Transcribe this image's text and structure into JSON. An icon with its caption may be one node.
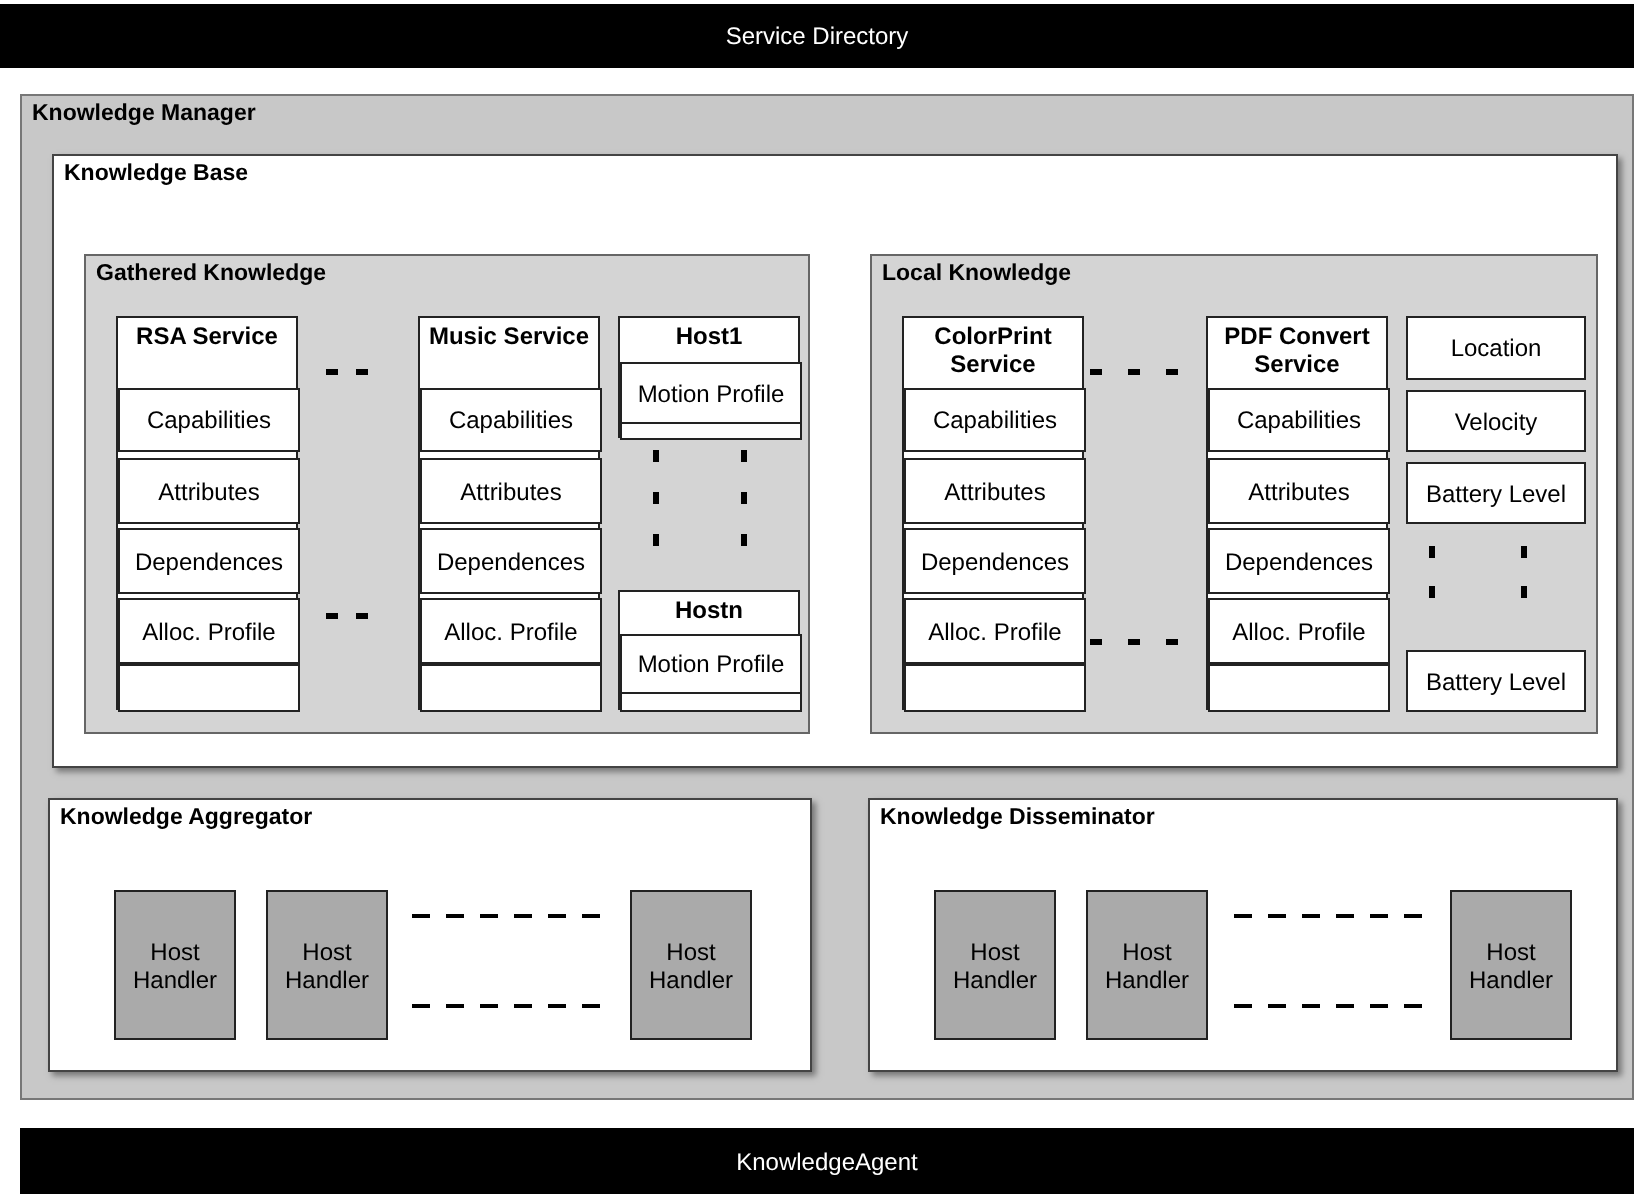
{
  "diagram": {
    "nodes": [
      {
        "text": [
          "Service Directory"
        ]
      },
      {
        "text": [
          "Knowledge Manager"
        ]
      },
      {
        "text": [
          "Knowledge Base"
        ],
        "in": 1
      },
      {
        "text": [
          "Gathered Knowledge"
        ],
        "in": 2
      },
      {
        "text": [
          "RSA Service"
        ],
        "in": 3
      },
      {
        "text": [
          "Capabilities"
        ],
        "in": 4
      },
      {
        "text": [
          "Attributes"
        ],
        "in": 4
      },
      {
        "text": [
          "Dependences"
        ],
        "in": 4
      },
      {
        "text": [
          "Alloc. Profile"
        ],
        "in": 4
      },
      {
        "text": [],
        "shape": "box",
        "in": 4
      },
      {
        "text": [
          "Music Service"
        ],
        "in": 3
      },
      {
        "text": [
          "Capabilities"
        ],
        "in": 10
      },
      {
        "text": [
          "Attributes"
        ],
        "in": 10
      },
      {
        "text": [
          "Dependences"
        ],
        "in": 10
      },
      {
        "text": [
          "Alloc. Profile"
        ],
        "in": 10
      },
      {
        "text": [],
        "shape": "box",
        "in": 10
      },
      {
        "text": [
          "Host1"
        ],
        "in": 3
      },
      {
        "text": [
          "Motion Profile"
        ],
        "in": 16
      },
      {
        "text": [],
        "shape": "box",
        "in": 16
      },
      {
        "text": [
          "Hostn"
        ],
        "in": 3
      },
      {
        "text": [
          "Motion Profile"
        ],
        "in": 19
      },
      {
        "text": [],
        "shape": "box",
        "in": 19
      },
      {
        "text": [
          "Local Knowledge"
        ],
        "in": 2
      },
      {
        "text": [
          "ColorPrint Service"
        ],
        "in": 22
      },
      {
        "text": [
          "Capabilities"
        ],
        "in": 23
      },
      {
        "text": [
          "Attributes"
        ],
        "in": 23
      },
      {
        "text": [
          "Dependences"
        ],
        "in": 23
      },
      {
        "text": [
          "Alloc. Profile"
        ],
        "in": 23
      },
      {
        "text": [],
        "shape": "box",
        "in": 23
      },
      {
        "text": [
          "PDF Convert Service"
        ],
        "in": 22
      },
      {
        "text": [
          "Capabilities"
        ],
        "in": 29
      },
      {
        "text": [
          "Attributes"
        ],
        "in": 29
      },
      {
        "text": [
          "Dependences"
        ],
        "in": 29
      },
      {
        "text": [
          "Alloc. Profile"
        ],
        "in": 29
      },
      {
        "text": [],
        "shape": "box",
        "in": 29
      },
      {
        "text": [
          "Location"
        ],
        "in": 22
      },
      {
        "text": [
          "Velocity"
        ],
        "in": 22
      },
      {
        "text": [
          "Battery Level"
        ],
        "in": 22
      },
      {
        "text": [
          "Battery Level"
        ],
        "in": 22
      },
      {
        "text": [
          "Knowledge Aggregator"
        ],
        "in": 1
      },
      {
        "text": [
          "Host Handler"
        ],
        "in": 39
      },
      {
        "text": [
          "Host Handler"
        ],
        "in": 39
      },
      {
        "text": [
          "Host Handler"
        ],
        "in": 39
      },
      {
        "text": [
          "Knowledge Disseminator"
        ],
        "in": 1
      },
      {
        "text": [
          "Host Handler"
        ],
        "in": 43
      },
      {
        "text": [
          "Host Handler"
        ],
        "in": 43
      },
      {
        "text": [
          "Host Handler"
        ],
        "in": 43
      },
      {
        "text": [
          "KnowledgeAgent"
        ]
      }
    ]
  }
}
